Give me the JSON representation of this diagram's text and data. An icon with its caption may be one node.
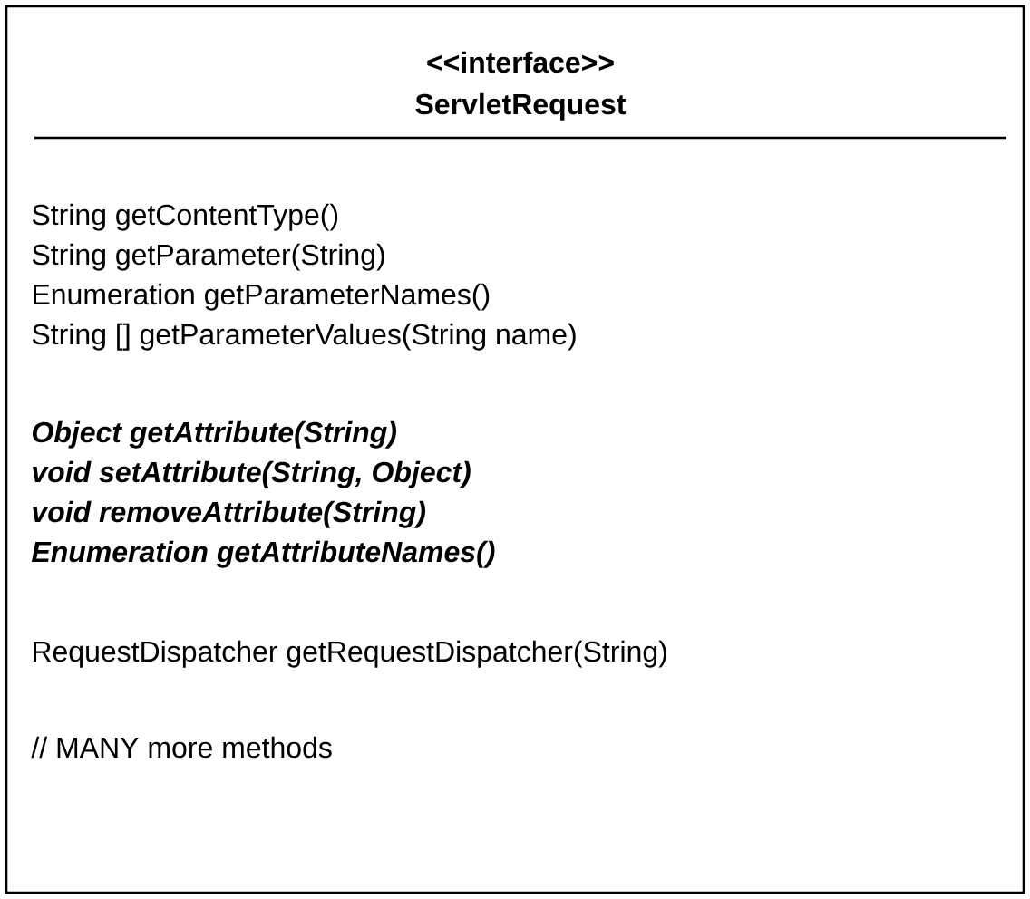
{
  "diagram": {
    "nodes": [
      {
        "text": [
          "<<interface>>",
          "ServletRequest",
          "String getContentType()",
          "String getParameter(String)",
          "Enumeration getParameterNames()",
          "String [] getParameterValues(String name)",
          "Object getAttribute(String)",
          "void setAttribute(String, Object)",
          "void removeAttribute(String)",
          "Enumeration getAttributeNames()",
          "RequestDispatcher getRequestDispatcher(String)",
          "// MANY more methods"
        ]
      }
    ],
    "edges": []
  }
}
